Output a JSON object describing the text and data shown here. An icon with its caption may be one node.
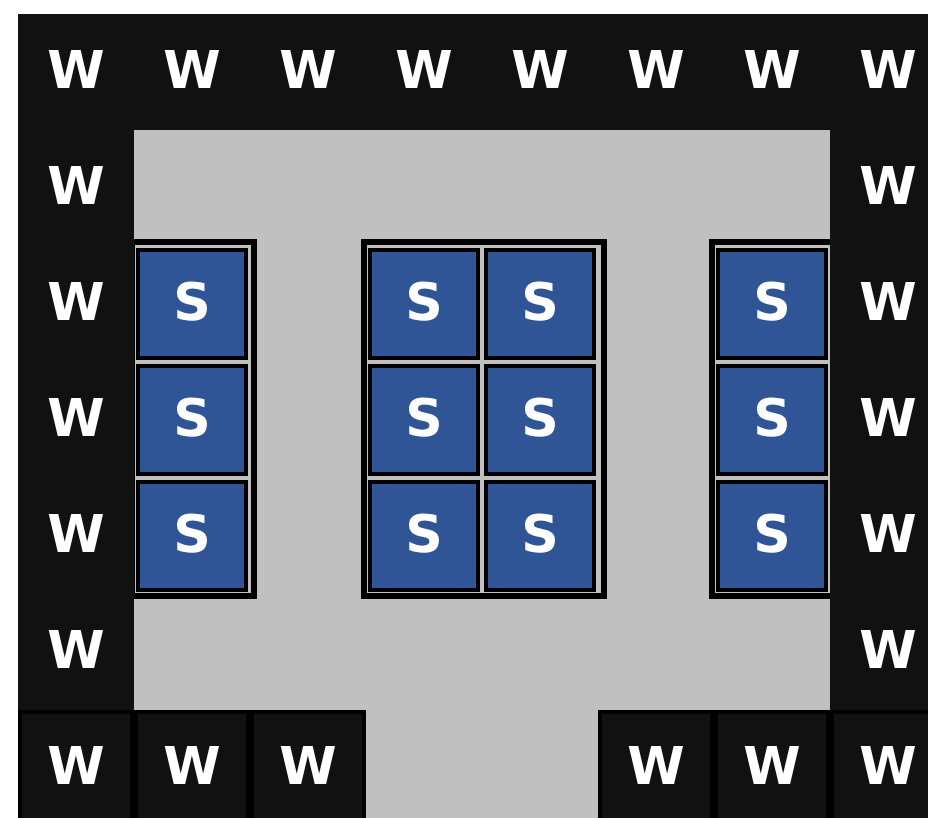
{
  "diagram": {
    "nodes": [
      {
        "text": [
          "W"
        ]
      },
      {
        "text": [
          "W"
        ]
      },
      {
        "text": [
          "W"
        ]
      },
      {
        "text": [
          "W"
        ]
      },
      {
        "text": [
          "W"
        ]
      },
      {
        "text": [
          "W"
        ]
      },
      {
        "text": [
          "W"
        ]
      },
      {
        "text": [
          "W"
        ]
      },
      {
        "text": [
          "W"
        ]
      },
      {
        "text": [
          "W"
        ]
      },
      {
        "text": [
          "W"
        ]
      },
      {
        "text": [
          "S"
        ]
      },
      {
        "text": [
          "S"
        ]
      },
      {
        "text": [
          "S"
        ]
      },
      {
        "text": [
          "S"
        ]
      },
      {
        "text": [
          "W"
        ]
      },
      {
        "text": [
          "W"
        ]
      },
      {
        "text": [
          "S"
        ]
      },
      {
        "text": [
          "S"
        ]
      },
      {
        "text": [
          "S"
        ]
      },
      {
        "text": [
          "S"
        ]
      },
      {
        "text": [
          "W"
        ]
      },
      {
        "text": [
          "W"
        ]
      },
      {
        "text": [
          "S"
        ]
      },
      {
        "text": [
          "S"
        ]
      },
      {
        "text": [
          "S"
        ]
      },
      {
        "text": [
          "S"
        ]
      },
      {
        "text": [
          "W"
        ]
      },
      {
        "text": [
          "W"
        ]
      },
      {
        "text": [
          "W"
        ]
      },
      {
        "text": [
          "W"
        ]
      },
      {
        "text": [
          "W"
        ]
      },
      {
        "text": [
          "W"
        ]
      },
      {
        "text": [
          "W"
        ]
      },
      {
        "text": [
          "W"
        ]
      },
      {
        "text": [
          "W"
        ]
      }
    ],
    "edges": []
  }
}
